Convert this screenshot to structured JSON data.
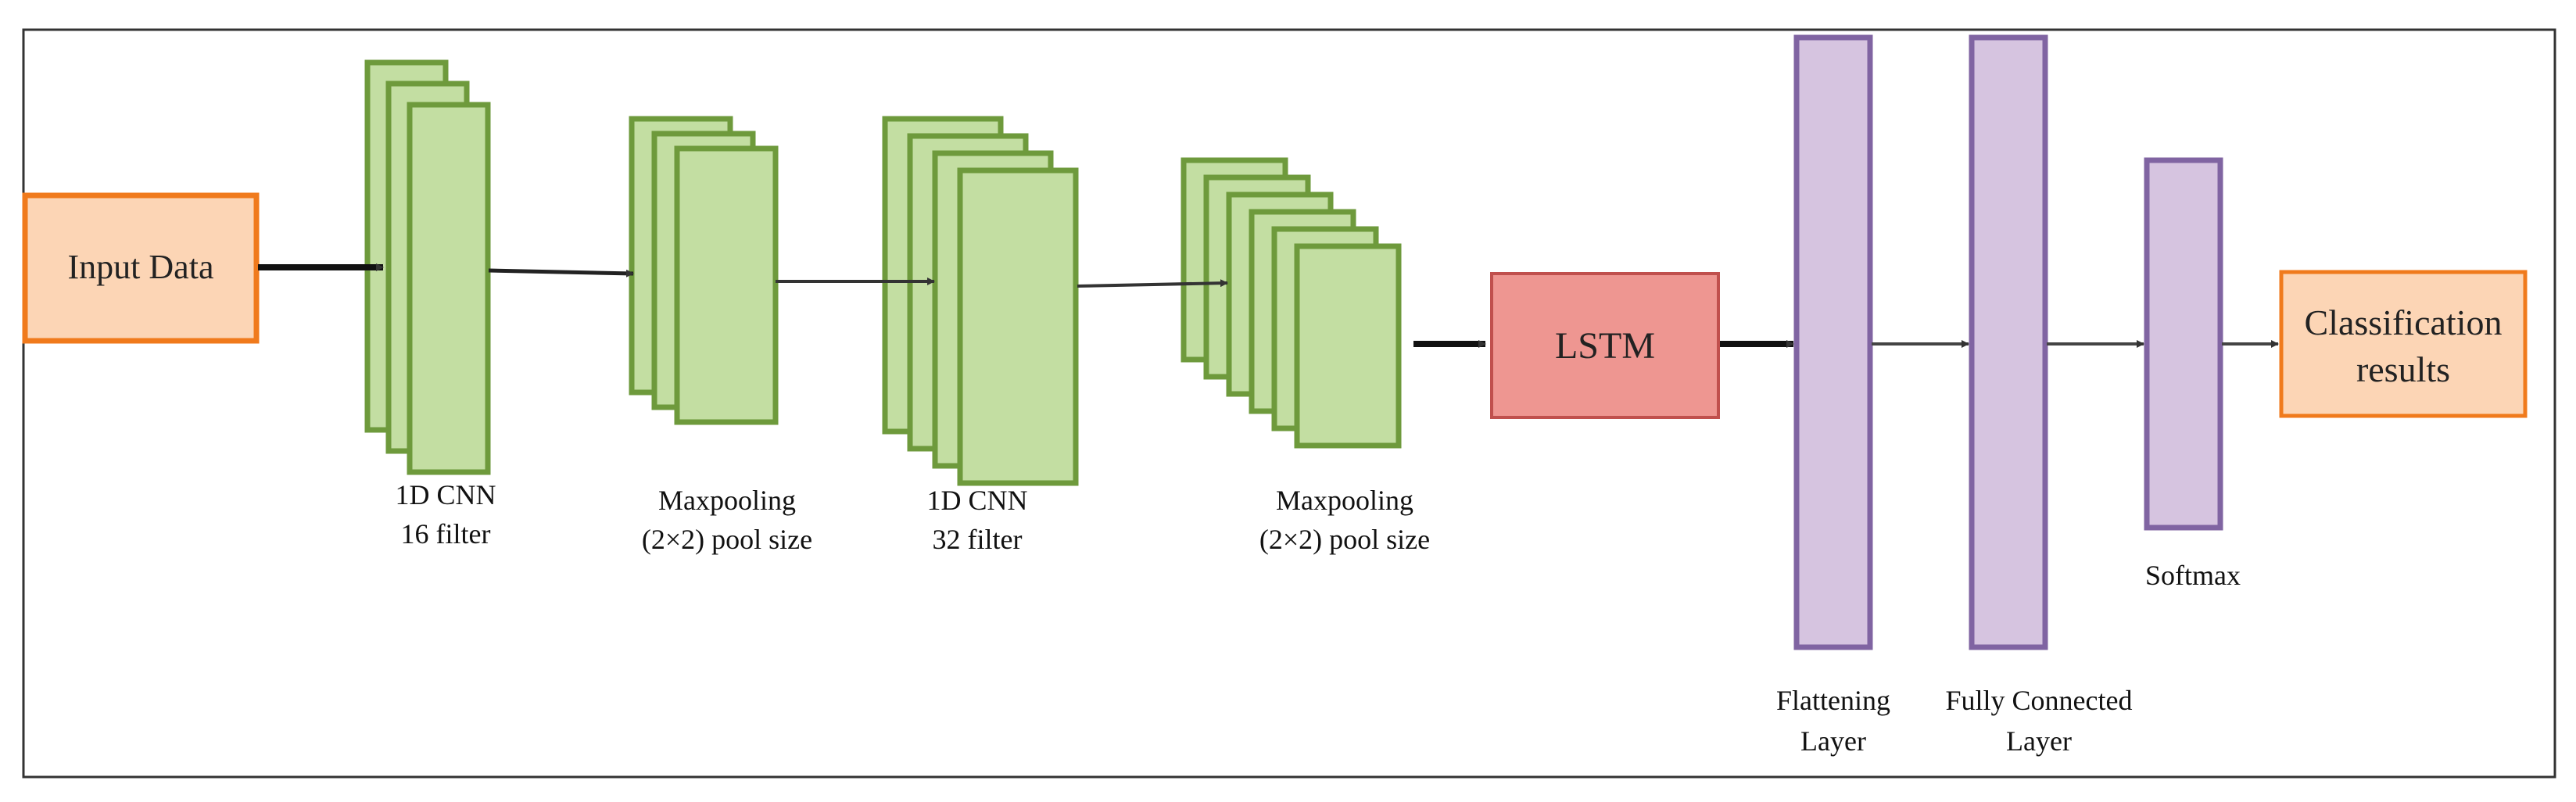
{
  "input": {
    "label": "Input Data"
  },
  "blocks": [
    {
      "id": "conv1",
      "lines": [
        "1D CNN",
        "16 filter"
      ]
    },
    {
      "id": "pool1",
      "lines": [
        "Maxpooling",
        "(2×2) pool size"
      ]
    },
    {
      "id": "conv2",
      "lines": [
        "1D CNN",
        "32 filter"
      ]
    },
    {
      "id": "pool2",
      "lines": [
        "Maxpooling",
        "(2×2) pool size"
      ]
    }
  ],
  "lstm": {
    "label": "LSTM"
  },
  "dense_layers": [
    {
      "id": "flatten",
      "lines": [
        "Flattening",
        "Layer"
      ]
    },
    {
      "id": "fc",
      "lines": [
        "Fully Connected",
        "Layer"
      ]
    },
    {
      "id": "softmax",
      "lines": [
        "Softmax"
      ]
    }
  ],
  "output": {
    "lines": [
      "Classification",
      "results"
    ]
  },
  "colors": {
    "io_fill": "#fcd5b5",
    "io_stroke": "#f07a1c",
    "conv_fill": "#c3dea2",
    "conv_stroke": "#6e9a3c",
    "lstm_fill": "#ee9691",
    "lstm_stroke": "#c0504d",
    "dense_fill": "#d6c4e0",
    "dense_stroke": "#8064a2"
  }
}
